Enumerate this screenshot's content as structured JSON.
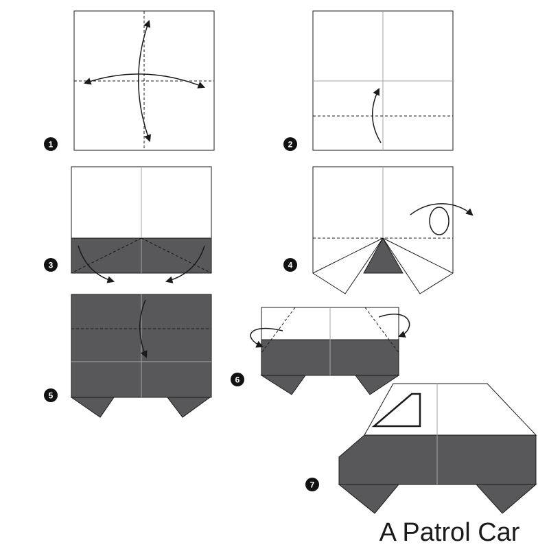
{
  "title": "A Patrol Car",
  "steps": [
    {
      "number": "1"
    },
    {
      "number": "2"
    },
    {
      "number": "3"
    },
    {
      "number": "4"
    },
    {
      "number": "5"
    },
    {
      "number": "6"
    },
    {
      "number": "7"
    }
  ],
  "colors": {
    "paper_white": "#ffffff",
    "paper_colored": "#58585a",
    "outline": "#1a1a1a",
    "crease": "#a6a6a6"
  }
}
